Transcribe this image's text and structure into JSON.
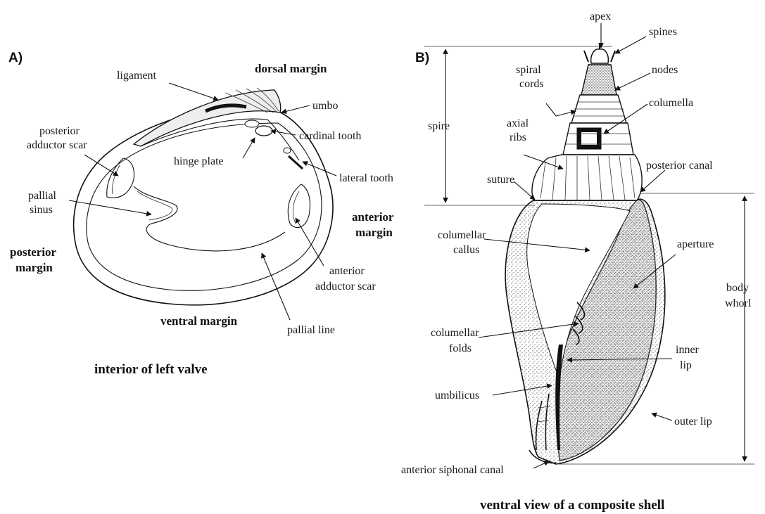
{
  "panel_a": {
    "panel_label": "A)",
    "caption": "interior of left valve",
    "labels": {
      "ligament": "ligament",
      "dorsal_margin": "dorsal margin",
      "umbo": "umbo",
      "posterior_adductor_scar_1": "posterior",
      "posterior_adductor_scar_2": "adductor scar",
      "cardinal_tooth": "cardinal tooth",
      "hinge_plate": "hinge plate",
      "lateral_tooth": "lateral tooth",
      "pallial_sinus_1": "pallial",
      "pallial_sinus_2": "sinus",
      "anterior_margin_1": "anterior",
      "anterior_margin_2": "margin",
      "posterior_margin_1": "posterior",
      "posterior_margin_2": "margin",
      "anterior_adductor_scar_1": "anterior",
      "anterior_adductor_scar_2": "adductor scar",
      "ventral_margin": "ventral margin",
      "pallial_line": "pallial line"
    }
  },
  "panel_b": {
    "panel_label": "B)",
    "caption": "ventral view of a composite shell",
    "labels": {
      "apex": "apex",
      "spines": "spines",
      "spiral_cords_1": "spiral",
      "spiral_cords_2": "cords",
      "nodes": "nodes",
      "columella": "columella",
      "spire": "spire",
      "axial_ribs_1": "axial",
      "axial_ribs_2": "ribs",
      "suture": "suture",
      "posterior_canal": "posterior canal",
      "columellar_callus_1": "columellar",
      "columellar_callus_2": "callus",
      "aperture": "aperture",
      "body_whorl_1": "body",
      "body_whorl_2": "whorl",
      "columellar_folds_1": "columellar",
      "columellar_folds_2": "folds",
      "inner_lip_1": "inner",
      "inner_lip_2": "lip",
      "umbilicus": "umbilicus",
      "outer_lip": "outer lip",
      "anterior_siphonal_canal": "anterior siphonal canal"
    }
  }
}
